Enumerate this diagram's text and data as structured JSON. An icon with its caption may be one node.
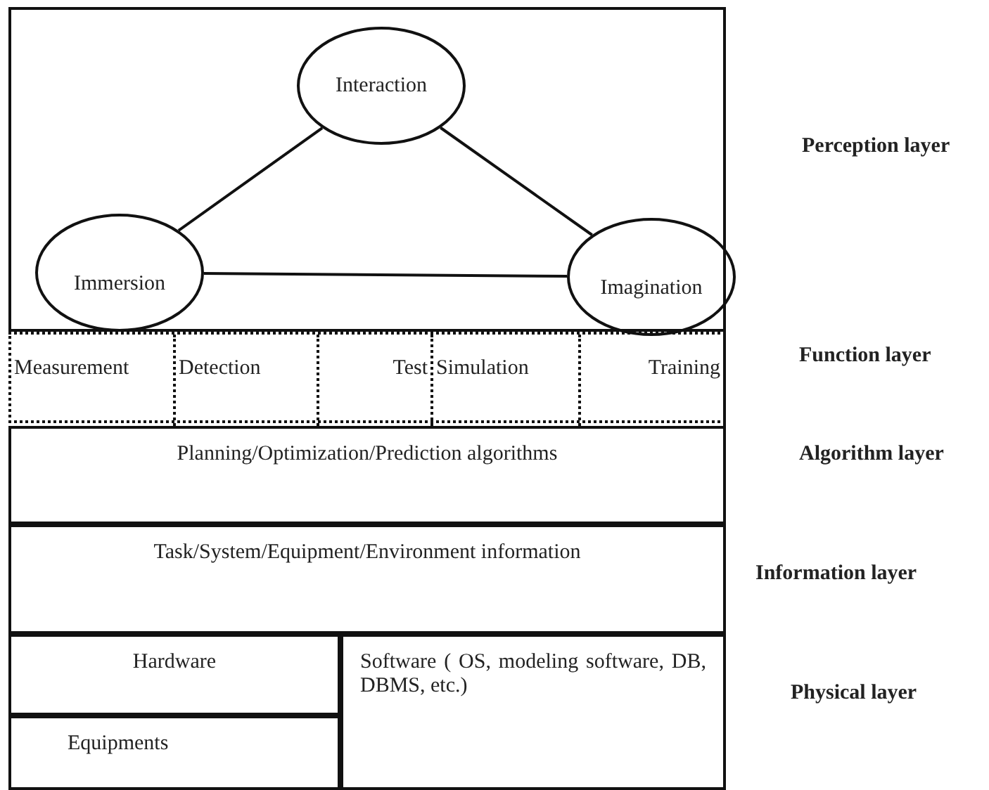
{
  "diagram": {
    "nodes": [
      {
        "text": [],
        "shape": "box"
      },
      {
        "text": [
          "Interaction"
        ],
        "in": 0
      },
      {
        "text": [
          "Immersion"
        ],
        "in": 0
      },
      {
        "text": [
          "Imagination"
        ],
        "in": 0
      },
      {
        "text": [],
        "shape": "box"
      },
      {
        "text": [
          "Measurement"
        ],
        "in": 4
      },
      {
        "text": [
          "Detection"
        ],
        "in": 4
      },
      {
        "text": [
          "Test"
        ],
        "in": 4
      },
      {
        "text": [
          "Simulation"
        ],
        "in": 4
      },
      {
        "text": [
          "Training"
        ],
        "in": 4
      },
      {
        "text": [
          "Planning/Optimization/Prediction algorithms"
        ]
      },
      {
        "text": [
          "Task/System/Equipment/Environment information"
        ]
      },
      {
        "text": [
          "Hardware"
        ]
      },
      {
        "text": [
          "Equipments"
        ]
      },
      {
        "text": [
          "Software ( OS, modeling software, DB, DBMS, etc.)"
        ]
      }
    ],
    "edges": [
      {
        "from": 1,
        "to": 2,
        "arrow": "none"
      },
      {
        "from": 1,
        "to": 3,
        "arrow": "none"
      },
      {
        "from": 2,
        "to": 3,
        "arrow": "none"
      }
    ],
    "labels": [
      "Perception layer",
      "Function layer",
      "Algorithm layer",
      "Information layer",
      "Physical layer"
    ]
  }
}
